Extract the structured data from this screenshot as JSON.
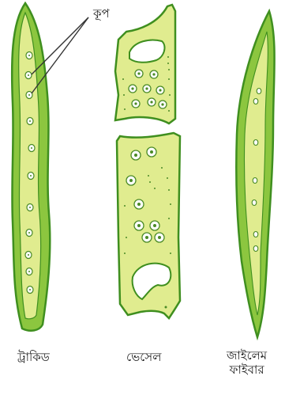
{
  "labels": {
    "pit": "কূপ",
    "tracheid": "ট্রাকিড",
    "vessel": "ভেসেল",
    "fiber_line1": "জাইলেম",
    "fiber_line2": "ফাইবার"
  },
  "colors": {
    "outline": "#3f8f1f",
    "wall": "#8cc63f",
    "lumen": "#e0ec8f",
    "pit_fill": "#ffffff",
    "pit_stroke": "#4a8a26",
    "background": "#ffffff"
  }
}
